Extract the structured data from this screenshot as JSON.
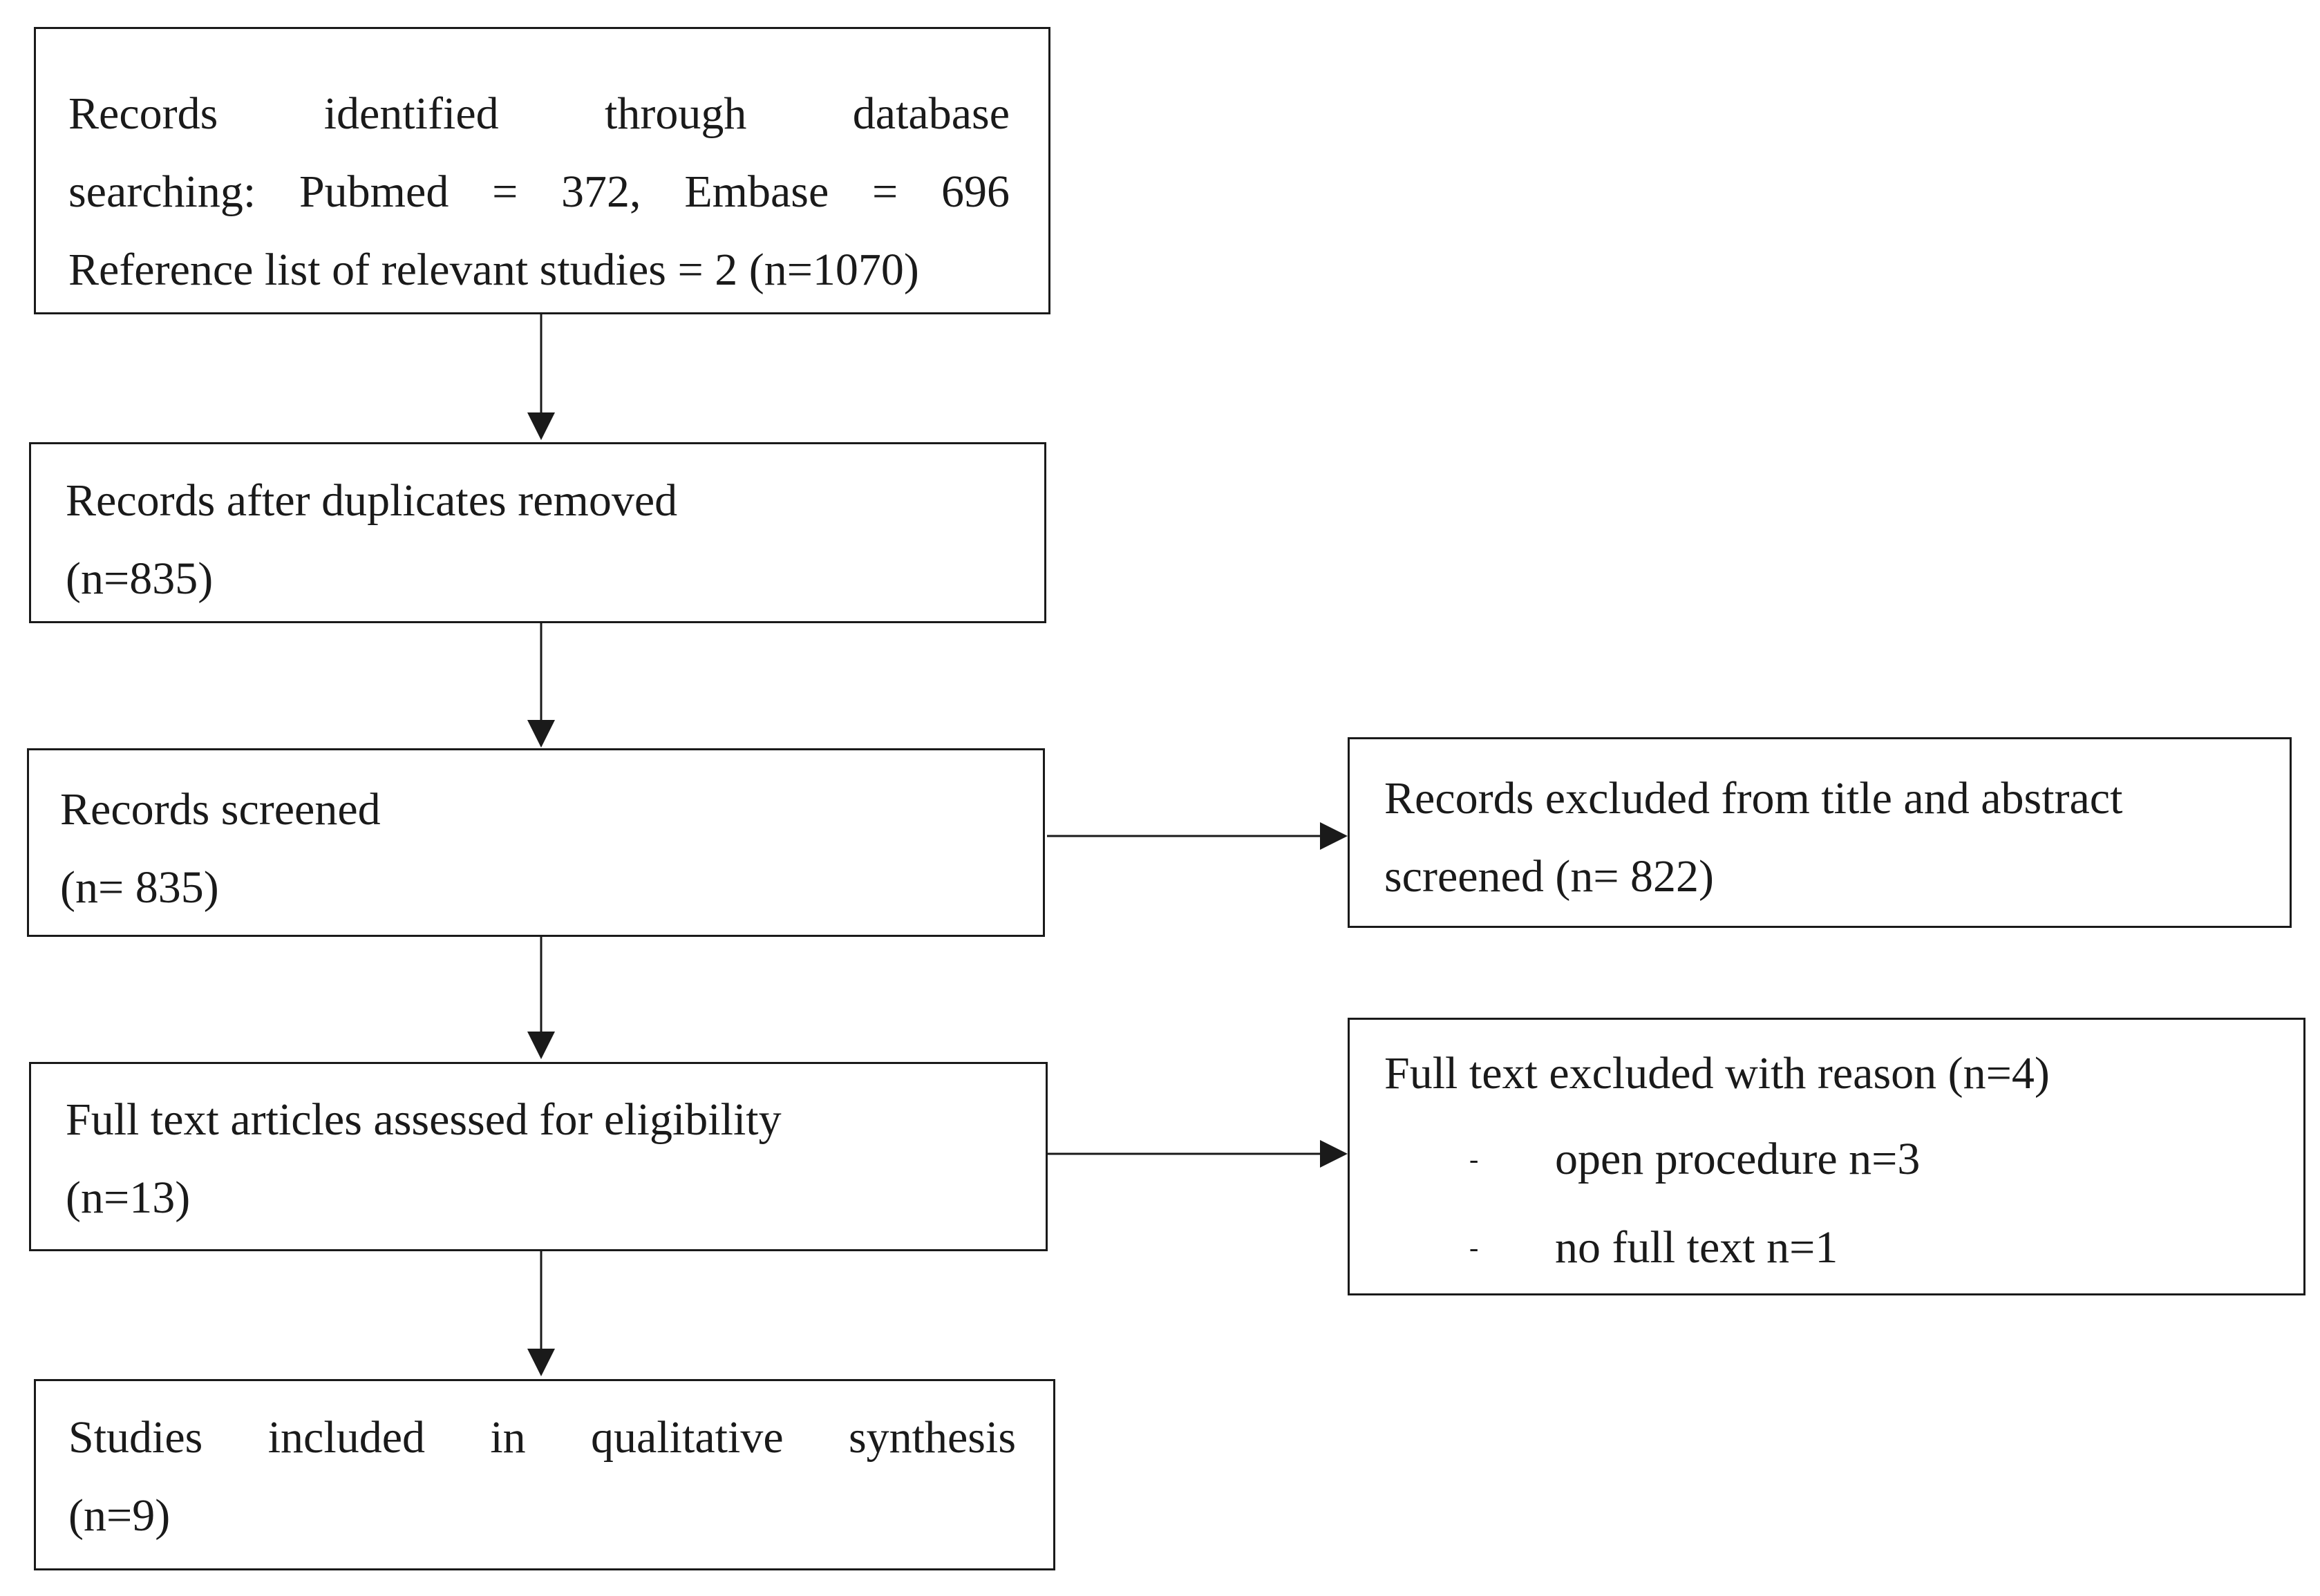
{
  "boxes": {
    "identification": {
      "line1": "Records identified through database",
      "line2": "searching: Pubmed = 372, Embase = 696",
      "line3": "Reference list of relevant studies = 2 (n=1070)"
    },
    "duplicates_removed": {
      "line1": "Records after duplicates removed",
      "line2": "(n=835)"
    },
    "screened": {
      "line1": "Records screened",
      "line2": "(n= 835)"
    },
    "excluded_screening": {
      "line1": "Records excluded from title and abstract",
      "line2": "screened (n= 822)"
    },
    "eligibility": {
      "line1": "Full text articles assessed for eligibility",
      "line2": "(n=13)"
    },
    "excluded_fulltext": {
      "line1": "Full text excluded with reason (n=4)",
      "reasons": [
        {
          "bullet": "-",
          "text": "open procedure n=3"
        },
        {
          "bullet": "-",
          "text": "no full text n=1"
        }
      ]
    },
    "included": {
      "line1": "Studies included in qualitative synthesis",
      "line2": "(n=9)"
    }
  },
  "colors": {
    "line": "#1a1a1a",
    "background": "#ffffff"
  }
}
